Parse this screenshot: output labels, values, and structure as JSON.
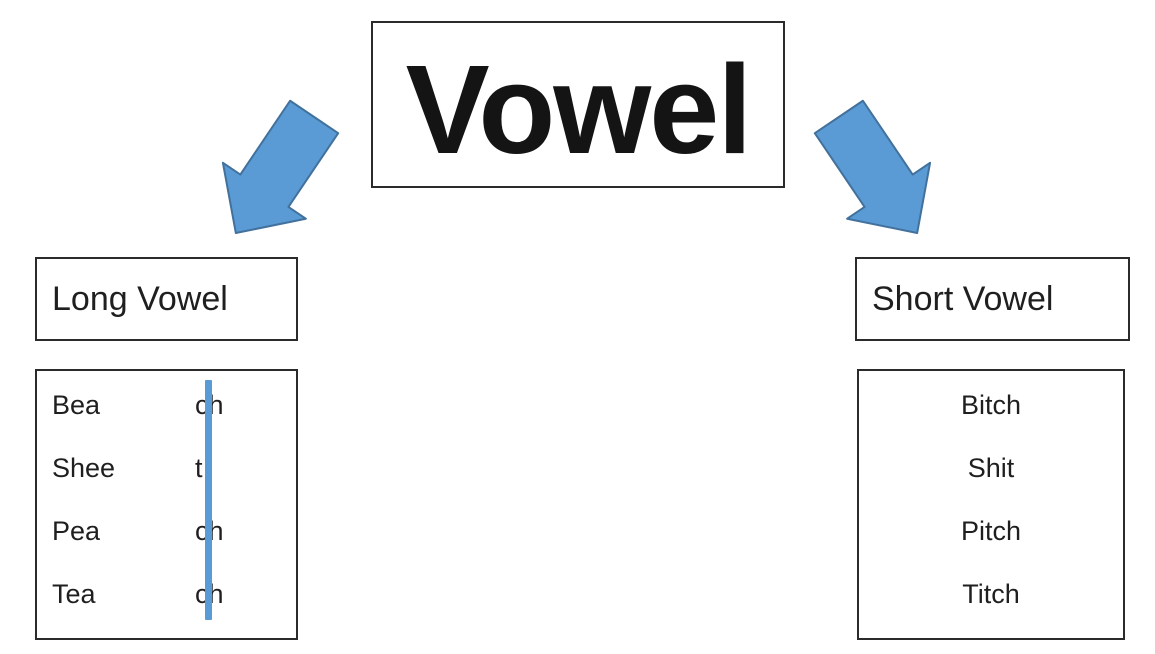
{
  "diagram": {
    "title": "Vowel",
    "colors": {
      "arrow_fill": "#5b9bd5",
      "arrow_stroke": "#41719c",
      "divider": "#5b9bd5"
    },
    "left_branch": {
      "heading": "Long Vowel",
      "items": [
        {
          "prefix": "Bea",
          "suffix": "ch"
        },
        {
          "prefix": "Shee",
          "suffix": "t"
        },
        {
          "prefix": "Pea",
          "suffix": "ch"
        },
        {
          "prefix": "Tea",
          "suffix": "ch"
        }
      ]
    },
    "right_branch": {
      "heading": "Short Vowel",
      "items": [
        {
          "word": "Bitch"
        },
        {
          "word": "Shit"
        },
        {
          "word": "Pitch"
        },
        {
          "word": "Titch"
        }
      ]
    }
  }
}
